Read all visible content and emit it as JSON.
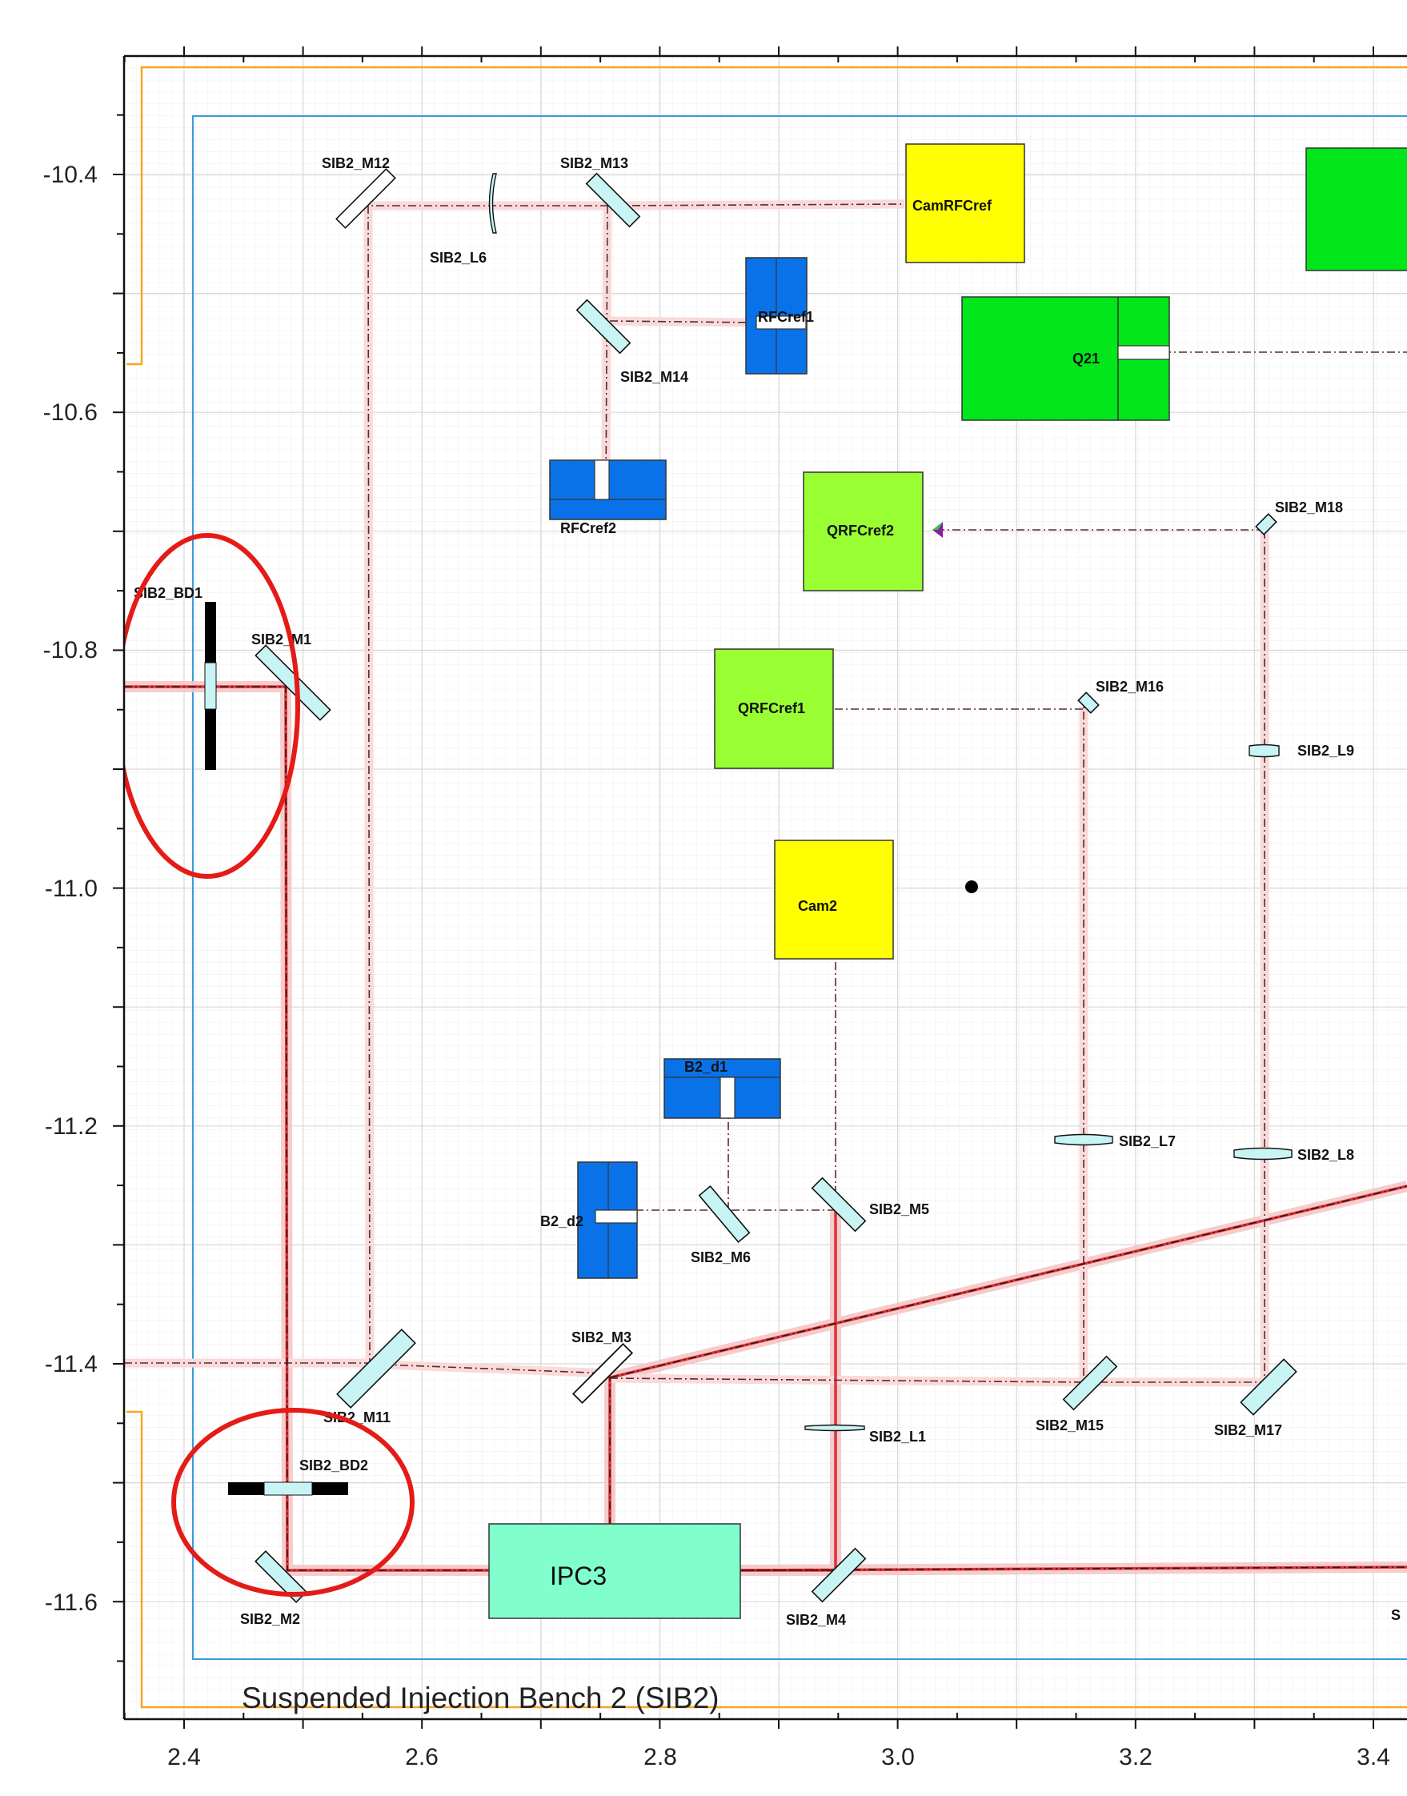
{
  "title": "Suspended Injection Bench 2 (SIB2)",
  "axes": {
    "x_ticks": [
      "2.4",
      "2.6",
      "2.8",
      "3.0",
      "3.2",
      "3.4"
    ],
    "y_ticks": [
      "-10.4",
      "-10.6",
      "-10.8",
      "-11.0",
      "-11.2",
      "-11.4",
      "-11.6"
    ]
  },
  "components": {
    "cam_rfcref": "CamRFCref",
    "q21": "Q21",
    "rfcref1": "RFCref1",
    "rfcref2": "RFCref2",
    "qrfcref2": "QRFCref2",
    "qrfcref1": "QRFCref1",
    "cam2": "Cam2",
    "b2_d1": "B2_d1",
    "b2_d2": "B2_d2",
    "ipc3": "IPC3"
  },
  "labels": {
    "m1": "SIB2_M1",
    "m2": "SIB2_M2",
    "m3": "SIB2_M3",
    "m4": "SIB2_M4",
    "m5": "SIB2_M5",
    "m6": "SIB2_M6",
    "m11": "SIB2_M11",
    "m12": "SIB2_M12",
    "m13": "SIB2_M13",
    "m14": "SIB2_M14",
    "m15": "SIB2_M15",
    "m16": "SIB2_M16",
    "m17": "SIB2_M17",
    "m18": "SIB2_M18",
    "l1": "SIB2_L1",
    "l6": "SIB2_L6",
    "l7": "SIB2_L7",
    "l8": "SIB2_L8",
    "l9": "SIB2_L9",
    "bd1": "SIB2_BD1",
    "bd2": "SIB2_BD2",
    "cut_off": "S"
  },
  "colors": {
    "grid": "#e3e3e3",
    "bench_outline": "#f5a623",
    "inner_outline": "#3a9ad9",
    "beam": "#e0484c",
    "beam_halo": "#f7c9c9",
    "mirror": "#c8f4f4",
    "detector_blue": "#0a72e8",
    "camera_yellow": "#ffff00",
    "quadrant_green": "#00e61a",
    "qrf_green": "#99ff33",
    "ipc_mint": "#80ffcc",
    "annotation_red": "#e41b17"
  }
}
